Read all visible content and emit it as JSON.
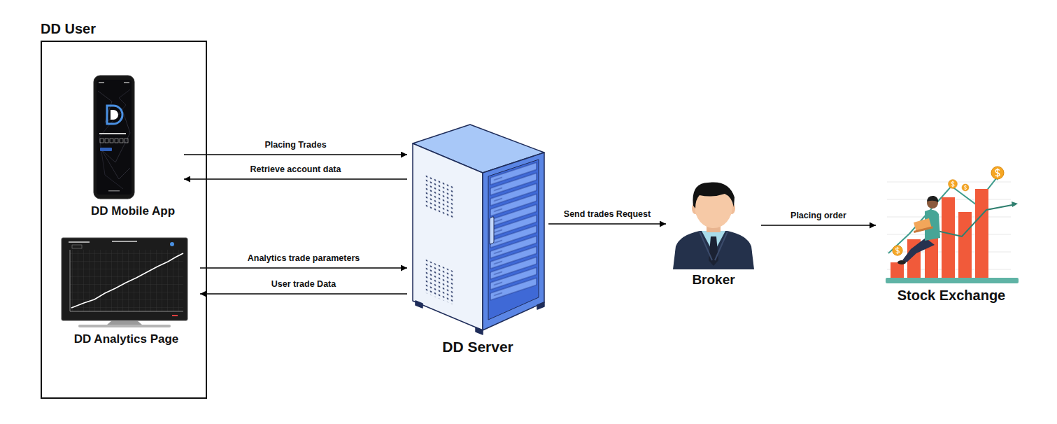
{
  "diagram": {
    "nodes": [
      {
        "text": [
          "DD User"
        ]
      },
      {
        "text": [
          "DD Mobile App"
        ],
        "in": 0
      },
      {
        "text": [
          "DD Analytics Page"
        ],
        "in": 0
      },
      {
        "text": [
          "DD Server"
        ]
      },
      {
        "text": [
          "Broker"
        ]
      },
      {
        "text": [
          "Stock Exchange"
        ]
      }
    ],
    "edges": [
      {
        "from": 1,
        "to": 3,
        "label": "Placing Trades",
        "arrow": "to"
      },
      {
        "from": 3,
        "to": 1,
        "label": "Retrieve account data",
        "arrow": "to"
      },
      {
        "from": 2,
        "to": 3,
        "label": "Analytics trade parameters",
        "arrow": "to"
      },
      {
        "from": 3,
        "to": 2,
        "label": "User trade Data",
        "arrow": "to"
      },
      {
        "from": 3,
        "to": 4,
        "label": "Send trades Request",
        "arrow": "to"
      },
      {
        "from": 4,
        "to": 5,
        "label": "Placing order",
        "arrow": "to"
      }
    ]
  }
}
